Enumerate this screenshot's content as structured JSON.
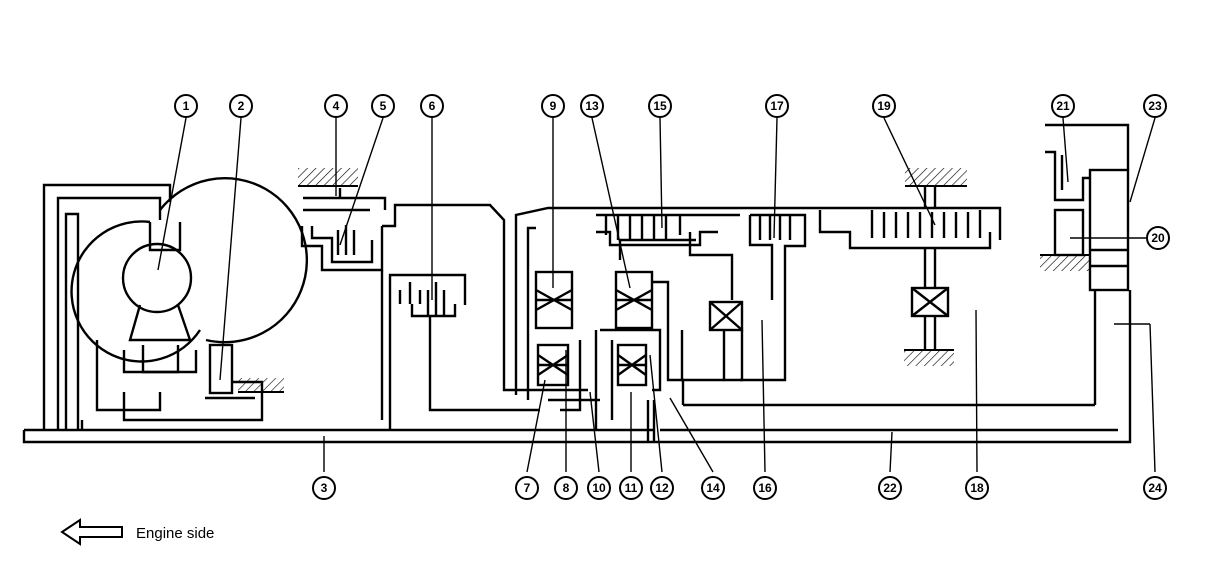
{
  "callouts": [
    "1",
    "2",
    "3",
    "4",
    "5",
    "6",
    "7",
    "8",
    "9",
    "10",
    "11",
    "12",
    "13",
    "14",
    "15",
    "16",
    "17",
    "18",
    "19",
    "20",
    "21",
    "22",
    "23",
    "24"
  ],
  "footer": {
    "label": "Engine side"
  },
  "colors": {
    "line": "#000000",
    "background": "#ffffff"
  },
  "icons": {
    "direction": "arrow-left-icon"
  }
}
